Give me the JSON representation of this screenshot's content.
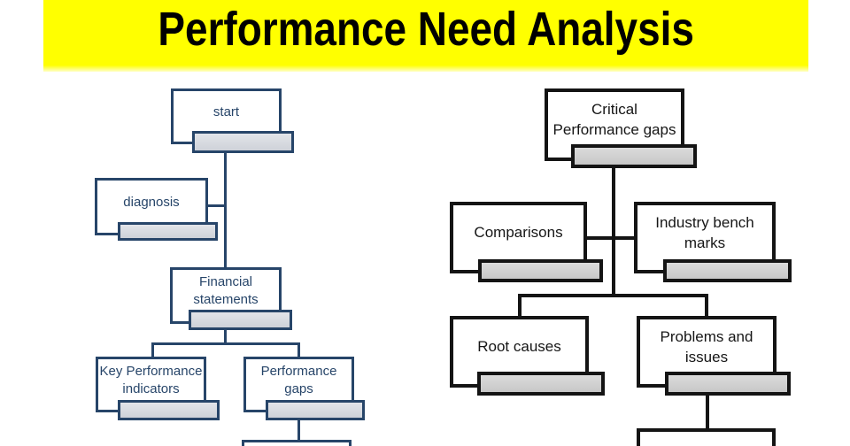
{
  "banner": {
    "title": "Performance Need Analysis",
    "background_color": "#FFFF00",
    "text_color": "#000000"
  },
  "left_flowchart": {
    "accent_color": "#274569",
    "bar_fill_color": "#D7DAE0",
    "nodes": [
      {
        "id": "start",
        "label": "start",
        "lines": [
          "start"
        ]
      },
      {
        "id": "diagnosis",
        "label": "diagnosis",
        "lines": [
          "diagnosis"
        ]
      },
      {
        "id": "financial-statements",
        "label": "Financial statements",
        "lines": [
          "Financial",
          "statements"
        ]
      },
      {
        "id": "key-performance-indicators",
        "label": "Key Performance indicators",
        "lines": [
          "Key Performance",
          "indicators"
        ]
      },
      {
        "id": "performance-gaps",
        "label": "Performance gaps",
        "lines": [
          "Performance",
          "gaps"
        ]
      }
    ]
  },
  "right_flowchart": {
    "accent_color": "#141414",
    "bar_fill_color": "#D2D2D2",
    "nodes": [
      {
        "id": "critical-performance-gaps",
        "label": "Critical Performance gaps",
        "lines": [
          "Critical",
          "Performance gaps"
        ]
      },
      {
        "id": "comparisons",
        "label": "Comparisons",
        "lines": [
          "Comparisons"
        ]
      },
      {
        "id": "industry-bench-marks",
        "label": "Industry bench marks",
        "lines": [
          "Industry bench",
          "marks"
        ]
      },
      {
        "id": "root-causes",
        "label": "Root causes",
        "lines": [
          "Root causes"
        ]
      },
      {
        "id": "problems-and-issues",
        "label": "Problems and issues",
        "lines": [
          "Problems and",
          "issues"
        ]
      }
    ]
  }
}
